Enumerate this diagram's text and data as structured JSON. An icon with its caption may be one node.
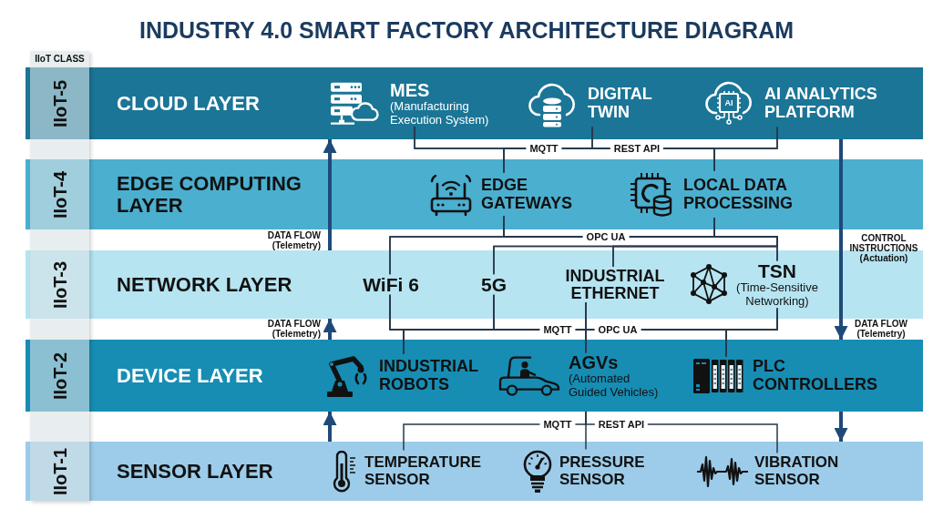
{
  "diagram": {
    "title": "INDUSTRY 4.0 SMART FACTORY ARCHITECTURE DIAGRAM",
    "nodes": [
      {
        "text": [
          "CLOUD LAYER"
        ]
      },
      {
        "text": [
          "MES",
          "(Manufacturing Execution System)"
        ],
        "in": 0
      },
      {
        "text": [
          "DIGITAL TWIN"
        ],
        "in": 0
      },
      {
        "text": [
          "AI ANALYTICS PLATFORM"
        ],
        "in": 0
      },
      {
        "text": [
          "EDGE COMPUTING LAYER"
        ]
      },
      {
        "text": [
          "EDGE GATEWAYS"
        ],
        "in": 4
      },
      {
        "text": [
          "LOCAL DATA PROCESSING"
        ],
        "in": 4
      },
      {
        "text": [
          "NETWORK LAYER"
        ]
      },
      {
        "text": [
          "WiFi 6"
        ],
        "in": 7
      },
      {
        "text": [
          "5G"
        ],
        "in": 7
      },
      {
        "text": [
          "INDUSTRIAL ETHERNET"
        ],
        "in": 7
      },
      {
        "text": [
          "TSN",
          "(Time-Sensitive Networking)"
        ],
        "in": 7
      },
      {
        "text": [
          "DEVICE LAYER"
        ]
      },
      {
        "text": [
          "INDUSTRIAL ROBOTS"
        ],
        "in": 12
      },
      {
        "text": [
          "AGVs",
          "(Automated Guided Vehicles)"
        ],
        "in": 12
      },
      {
        "text": [
          "PLC CONTROLLERS"
        ],
        "in": 12
      },
      {
        "text": [
          "SENSOR LAYER"
        ]
      },
      {
        "text": [
          "TEMPERATURE SENSOR"
        ],
        "in": 16
      },
      {
        "text": [
          "PRESSURE SENSOR"
        ],
        "in": 16
      },
      {
        "text": [
          "VIBRATION SENSOR"
        ],
        "in": 16
      }
    ],
    "edges": [
      {
        "from": 1,
        "to": 5,
        "arrow": "none"
      },
      {
        "from": 1,
        "to": 6,
        "arrow": "none"
      },
      {
        "from": 2,
        "to": 5,
        "arrow": "none",
        "label": "MQTT"
      },
      {
        "from": 2,
        "to": 6,
        "arrow": "none",
        "label": "REST API"
      },
      {
        "from": 3,
        "to": 5,
        "arrow": "none"
      },
      {
        "from": 3,
        "to": 6,
        "arrow": "none"
      },
      {
        "from": 5,
        "to": 8,
        "arrow": "none"
      },
      {
        "from": 5,
        "to": 9,
        "arrow": "none"
      },
      {
        "from": 5,
        "to": 10,
        "arrow": "none"
      },
      {
        "from": 5,
        "to": 11,
        "arrow": "none",
        "label": "OPC UA"
      },
      {
        "from": 6,
        "to": 8,
        "arrow": "none"
      },
      {
        "from": 6,
        "to": 9,
        "arrow": "none"
      },
      {
        "from": 6,
        "to": 10,
        "arrow": "none"
      },
      {
        "from": 6,
        "to": 11,
        "arrow": "none"
      },
      {
        "from": 8,
        "to": 13,
        "arrow": "none"
      },
      {
        "from": 8,
        "to": 14,
        "arrow": "none",
        "label": "MQTT"
      },
      {
        "from": 8,
        "to": 15,
        "arrow": "none"
      },
      {
        "from": 9,
        "to": 13,
        "arrow": "none"
      },
      {
        "from": 9,
        "to": 14,
        "arrow": "none"
      },
      {
        "from": 9,
        "to": 15,
        "arrow": "none"
      },
      {
        "from": 10,
        "to": 13,
        "arrow": "none"
      },
      {
        "from": 10,
        "to": 14,
        "arrow": "none"
      },
      {
        "from": 10,
        "to": 15,
        "arrow": "none"
      },
      {
        "from": 11,
        "to": 13,
        "arrow": "none"
      },
      {
        "from": 11,
        "to": 14,
        "arrow": "none",
        "label": "OPC UA"
      },
      {
        "from": 11,
        "to": 15,
        "arrow": "none"
      },
      {
        "from": 12,
        "to": 17,
        "arrow": "none",
        "label": "MQTT"
      },
      {
        "from": 12,
        "to": 18,
        "arrow": "none"
      },
      {
        "from": 12,
        "to": 19,
        "arrow": "none",
        "label": "REST API"
      },
      {
        "from": 7,
        "to": 0,
        "arrow": "to",
        "label": "DATA FLOW (Telemetry)",
        "style": "thick",
        "color": "#1f4a78"
      },
      {
        "from": 12,
        "to": 7,
        "arrow": "to",
        "label": "DATA FLOW (Telemetry)",
        "style": "thick",
        "color": "#1f4a78"
      },
      {
        "from": 16,
        "to": 12,
        "arrow": "to",
        "style": "thick",
        "color": "#1f4a78"
      },
      {
        "from": 0,
        "to": 12,
        "arrow": "to",
        "label": "CONTROL INSTRUCTIONS (Actuation)",
        "style": "thick",
        "color": "#1f4a78"
      },
      {
        "from": 12,
        "to": 16,
        "arrow": "to",
        "style": "thick",
        "color": "#1f4a78"
      }
    ],
    "labels": [
      "IIoT CLASS",
      "IIoT-5",
      "IIoT-4",
      "IIoT-3",
      "IIoT-2",
      "IIoT-1",
      "AI",
      "DATA FLOW (Telemetry)"
    ]
  }
}
